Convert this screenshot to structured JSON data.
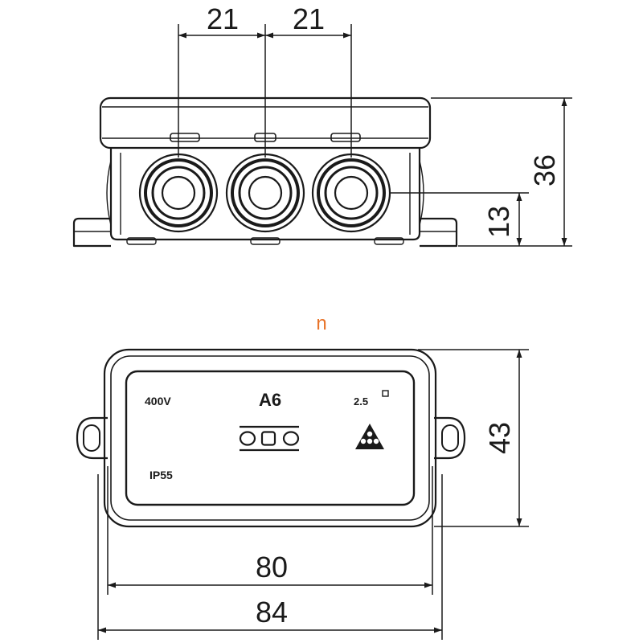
{
  "dimensions": {
    "spacing_left": "21",
    "spacing_right": "21",
    "height_total": "36",
    "height_entry": "13",
    "depth": "43",
    "width_inner": "80",
    "width_outer": "84"
  },
  "markings": {
    "voltage": "400V",
    "model": "A6",
    "cross_section": "2.5",
    "protection": "IP55",
    "view_marker": "n"
  },
  "icons": {
    "brand": "obo-logo-icon",
    "square": "square-mm-icon",
    "rating": "triangle-symbol-icon"
  },
  "colors": {
    "line": "#1a1a1a",
    "marker": "#e8742a"
  }
}
